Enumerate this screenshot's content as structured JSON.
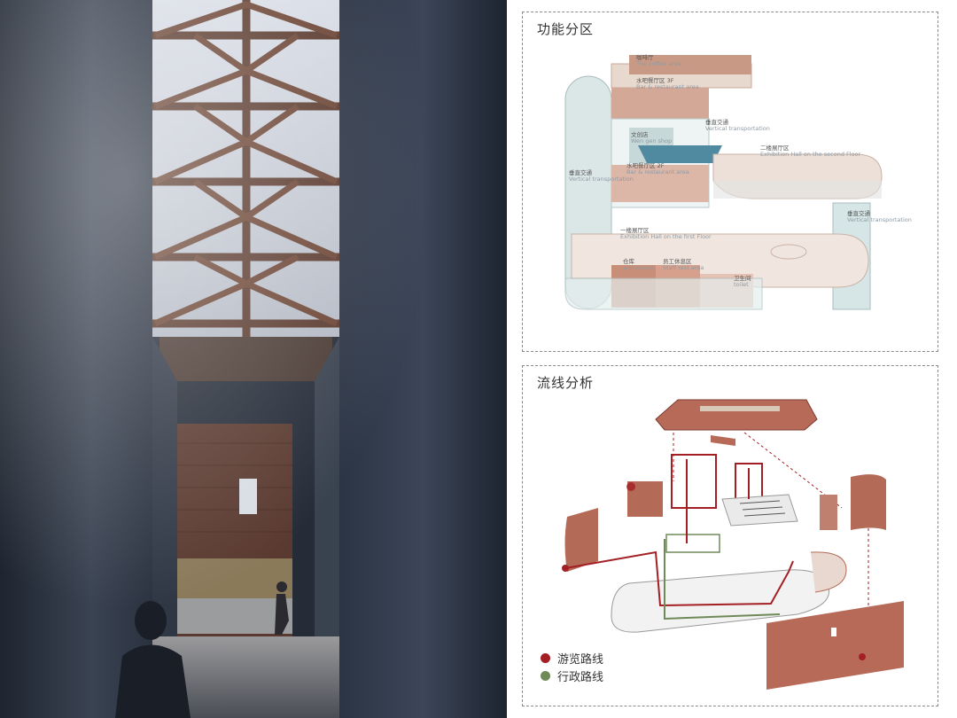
{
  "colors": {
    "tour_route": "#a31f24",
    "admin_route": "#6f8a58",
    "brick": "#b36a57",
    "glass": "#c8dcdb",
    "panel_border": "#8a8a8a"
  },
  "left_render": {
    "kind": "interior atrium rendering with timber truss skylight"
  },
  "zoning": {
    "title": "功能分区",
    "labels": [
      {
        "cn": "咖啡厅",
        "en": "The coffee area"
      },
      {
        "cn": "水吧餐厅区 3F",
        "en": "Bar & restaurant area"
      },
      {
        "cn": "垂直交通",
        "en": "Vertical transportation"
      },
      {
        "cn": "文创店",
        "en": "Wen gen shop"
      },
      {
        "cn": "二楼展厅区",
        "en": "Exhibition Hall on the second Floor"
      },
      {
        "cn": "垂直交通",
        "en": "Vertical transportation"
      },
      {
        "cn": "水吧餐厅区 2F",
        "en": "Bar & restaurant area"
      },
      {
        "cn": "垂直交通",
        "en": "Vertical transportation"
      },
      {
        "cn": "一楼展厅区",
        "en": "Exhibition Hall on the first Floor"
      },
      {
        "cn": "仓库",
        "en": "warehouse"
      },
      {
        "cn": "员工休息区",
        "en": "Staff rest area"
      },
      {
        "cn": "卫生间",
        "en": "toilet"
      }
    ]
  },
  "flow": {
    "title": "流线分析",
    "legend": [
      {
        "label": "游览路线",
        "color": "#a31f24"
      },
      {
        "label": "行政路线",
        "color": "#6f8a58"
      }
    ]
  }
}
